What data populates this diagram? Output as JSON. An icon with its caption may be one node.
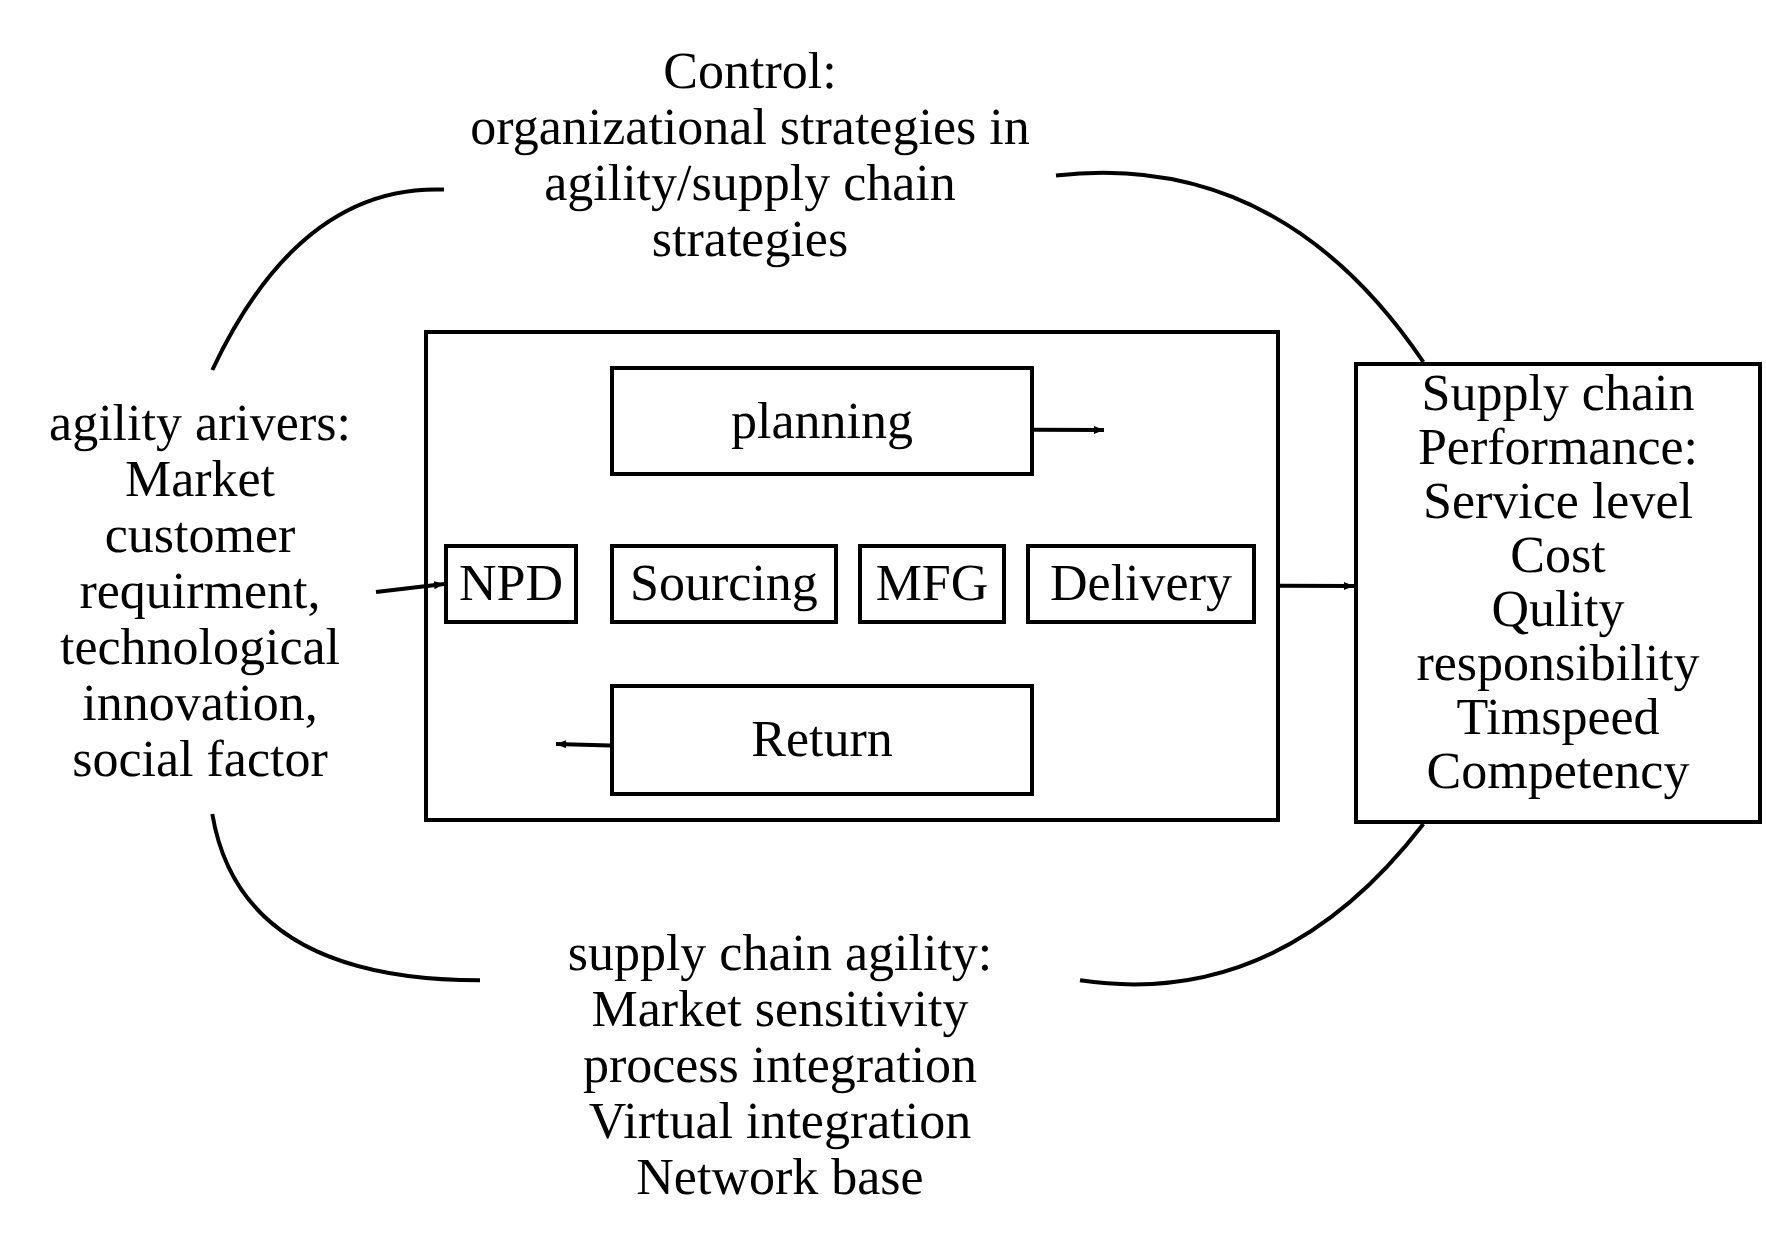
{
  "diagram": {
    "nodes": [
      {
        "text": [
          "Control:",
          "organizational strategies in agility/supply chain strategies"
        ]
      },
      {
        "text": [
          "agility arivers:",
          "Market customer requirment, technological innovation, social factor"
        ]
      },
      {
        "text": [],
        "shape": "box"
      },
      {
        "text": [
          "planning"
        ],
        "in": 2
      },
      {
        "text": [
          "NPD"
        ],
        "in": 2
      },
      {
        "text": [
          "Sourcing"
        ],
        "in": 2
      },
      {
        "text": [
          "MFG"
        ],
        "in": 2
      },
      {
        "text": [
          "Delivery"
        ],
        "in": 2
      },
      {
        "text": [
          "Return"
        ],
        "in": 2
      },
      {
        "text": [
          "Supply chain Performance:",
          "Service level",
          "Cost",
          "Qulity",
          "responsibility",
          "Timspeed",
          "Competency"
        ]
      },
      {
        "text": [
          "supply chain agility:",
          "Market sensitivity",
          "process integration",
          "Virtual integration",
          "Network base"
        ]
      }
    ],
    "edges": [
      {
        "from": 1,
        "to": 0,
        "arrow": "none"
      },
      {
        "from": 0,
        "to": 9,
        "arrow": "none"
      },
      {
        "from": 1,
        "to": 4,
        "arrow": "to"
      },
      {
        "from": 3,
        "to": null,
        "arrow": "to"
      },
      {
        "from": 2,
        "to": 9,
        "arrow": "to"
      },
      {
        "from": 8,
        "to": null,
        "arrow": "to"
      },
      {
        "from": 1,
        "to": 10,
        "arrow": "none"
      },
      {
        "from": 10,
        "to": 9,
        "arrow": "none"
      }
    ]
  }
}
